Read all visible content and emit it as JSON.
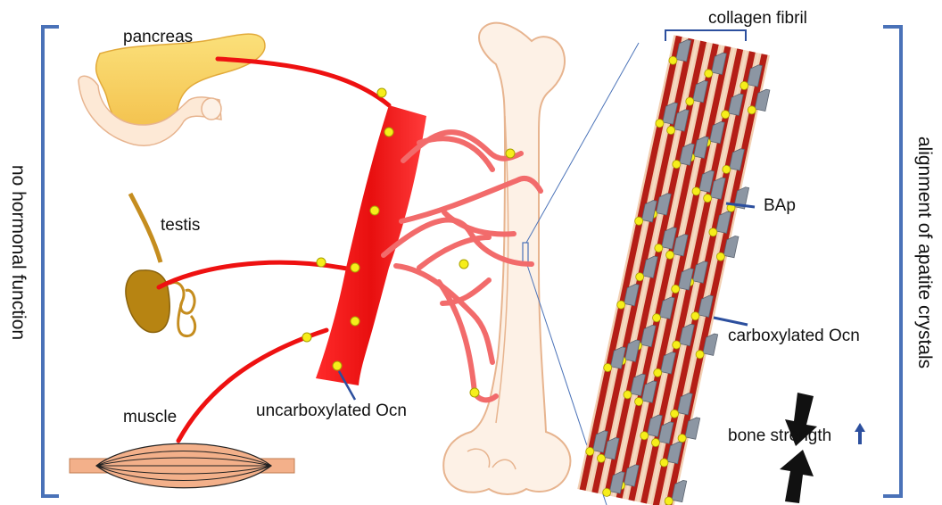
{
  "labels": {
    "pancreas": "pancreas",
    "testis": "testis",
    "muscle": "muscle",
    "uncarboxylated": "uncarboxylated Ocn",
    "collagen": "collagen fibril",
    "bap": "BAp",
    "carboxylated": "carboxylated Ocn",
    "bone_strength": "bone strength",
    "left_side": "no hormonal function",
    "right_side": "alignment of apatite crystals"
  },
  "colors": {
    "vessel": "#ee1111",
    "vessel_light": "#f26b6b",
    "bracket": "#4a72b8",
    "pancreas": "#f7cf5e",
    "testis": "#b78412",
    "muscle": "#f3b08a",
    "bone_fill": "#fdf1e6",
    "bone_stroke": "#e7b48f",
    "fibril_dark": "#b41e16",
    "fibril_light": "#f2d0b4",
    "crystal": "#8c96a3",
    "ocn_dot": "#f6ee1a",
    "arrow": "#111111"
  }
}
